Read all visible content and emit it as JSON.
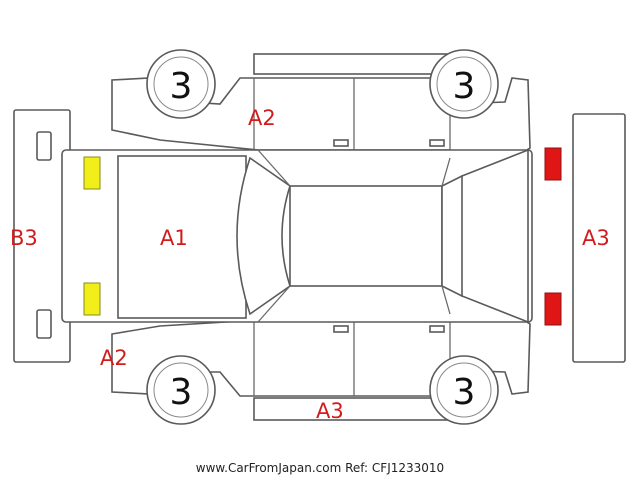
{
  "colors": {
    "damage_text": "#d01c1c",
    "front_lights": "#f2ee1a",
    "rear_lights": "#e01616",
    "outline": "#5a5a5a"
  },
  "tires": {
    "front_top": "3",
    "rear_top": "3",
    "front_bottom": "3",
    "rear_bottom": "3"
  },
  "damage_codes": {
    "front_bumper": "B3",
    "hood": "A1",
    "roof_left_upper": "A2",
    "front_left_lower": "A2",
    "lower_side": "A3",
    "rear_bumper": "A3"
  },
  "footer": "www.CarFromJapan.com Ref: CFJ1233010"
}
